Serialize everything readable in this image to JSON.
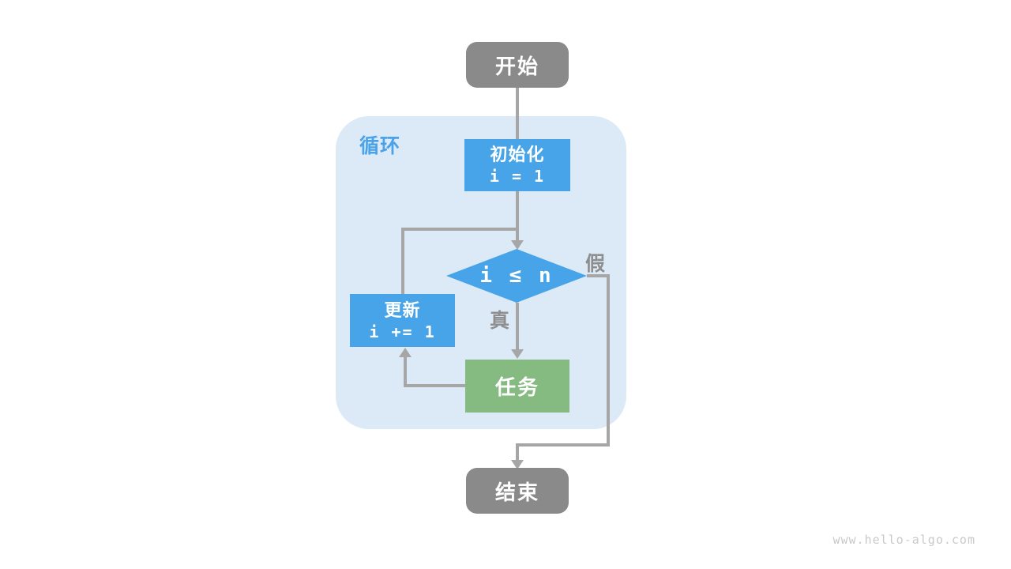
{
  "colors": {
    "bg": "#ffffff",
    "container": "#dceaf8",
    "accent-blue": "#47a4e8",
    "accent-green": "#85ba80",
    "terminal": "#8a8a8a",
    "line": "#a6a6a6",
    "node-text": "#ffffff",
    "loop-label": "#4aa2e8",
    "branch-label": "#8e8e8e",
    "watermark": "#c9c9c9"
  },
  "diagram": {
    "loop_label": "循环",
    "nodes": {
      "start": {
        "label": "开始"
      },
      "init": {
        "title": "初始化",
        "code": "i = 1"
      },
      "condition": {
        "label": "i ≤ n"
      },
      "update": {
        "title": "更新",
        "code": "i += 1"
      },
      "task": {
        "label": "任务"
      },
      "end": {
        "label": "结束"
      }
    },
    "edge_labels": {
      "true": "真",
      "false": "假"
    }
  },
  "watermark": "www.hello-algo.com"
}
